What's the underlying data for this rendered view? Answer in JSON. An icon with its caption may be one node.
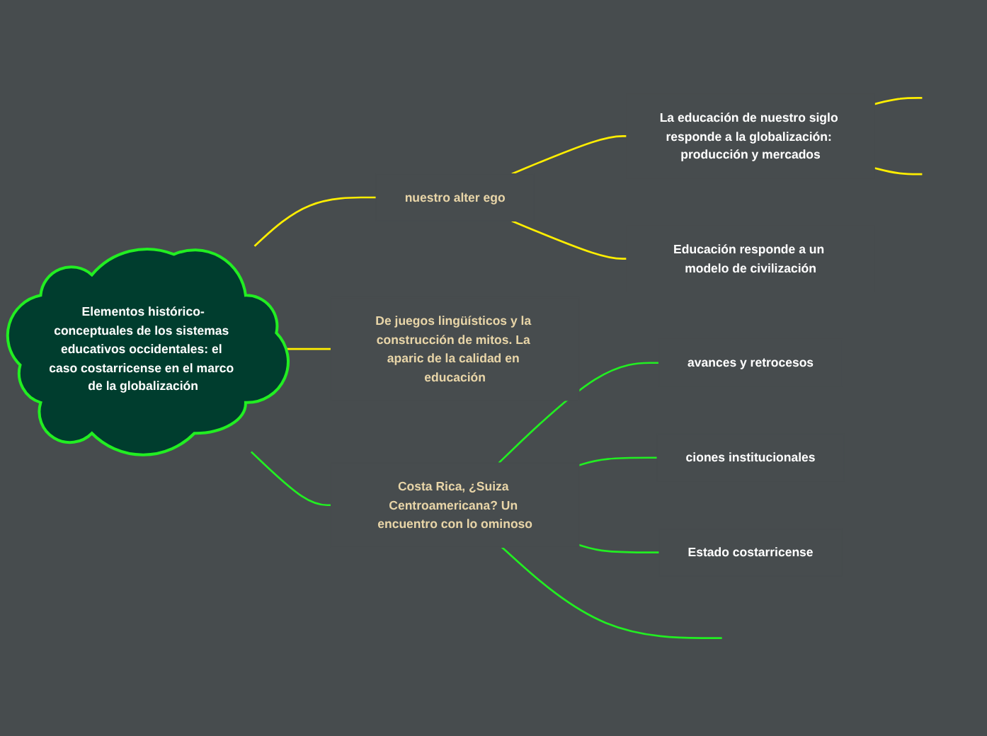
{
  "diagram": {
    "nodes": [
      {
        "text": [
          "Elementos histórico-conceptuales de los sistemas educativos occidentales: el caso costarricense en el marco de la globalización"
        ]
      },
      {
        "text": [
          "nuestro alter ego"
        ]
      },
      {
        "text": [
          "La educación de nuestro siglo responde a la globalización: producción y mercados"
        ]
      },
      {
        "text": [
          "Educación responde a un modelo de civilización"
        ]
      },
      {
        "text": [
          "De juegos lingüísticos y la construcción de mitos. La aparic de la calidad en educación"
        ]
      },
      {
        "text": [
          "Costa Rica, ¿Suiza Centroamericana? Un encuentro con lo ominoso"
        ]
      },
      {
        "text": [
          "avances y retrocesos"
        ]
      },
      {
        "text": [
          "ciones institucionales"
        ]
      },
      {
        "text": [
          "Estado costarricense"
        ]
      }
    ],
    "edges": [
      {
        "from": 0,
        "to": 1,
        "arrow": "none"
      },
      {
        "from": 1,
        "to": 2,
        "arrow": "none"
      },
      {
        "from": 1,
        "to": 3,
        "arrow": "none"
      },
      {
        "from": 2,
        "to": null,
        "arrow": "none"
      },
      {
        "from": 2,
        "to": null,
        "arrow": "none"
      },
      {
        "from": 0,
        "to": 4,
        "arrow": "none"
      },
      {
        "from": 0,
        "to": 5,
        "arrow": "none",
        "color": "#22ee22"
      },
      {
        "from": 5,
        "to": 6,
        "arrow": "none",
        "color": "#22ee22"
      },
      {
        "from": 5,
        "to": 7,
        "arrow": "none",
        "color": "#22ee22"
      },
      {
        "from": 5,
        "to": 8,
        "arrow": "none",
        "color": "#22ee22"
      },
      {
        "from": 5,
        "to": null,
        "arrow": "none",
        "color": "#22ee22"
      }
    ]
  }
}
